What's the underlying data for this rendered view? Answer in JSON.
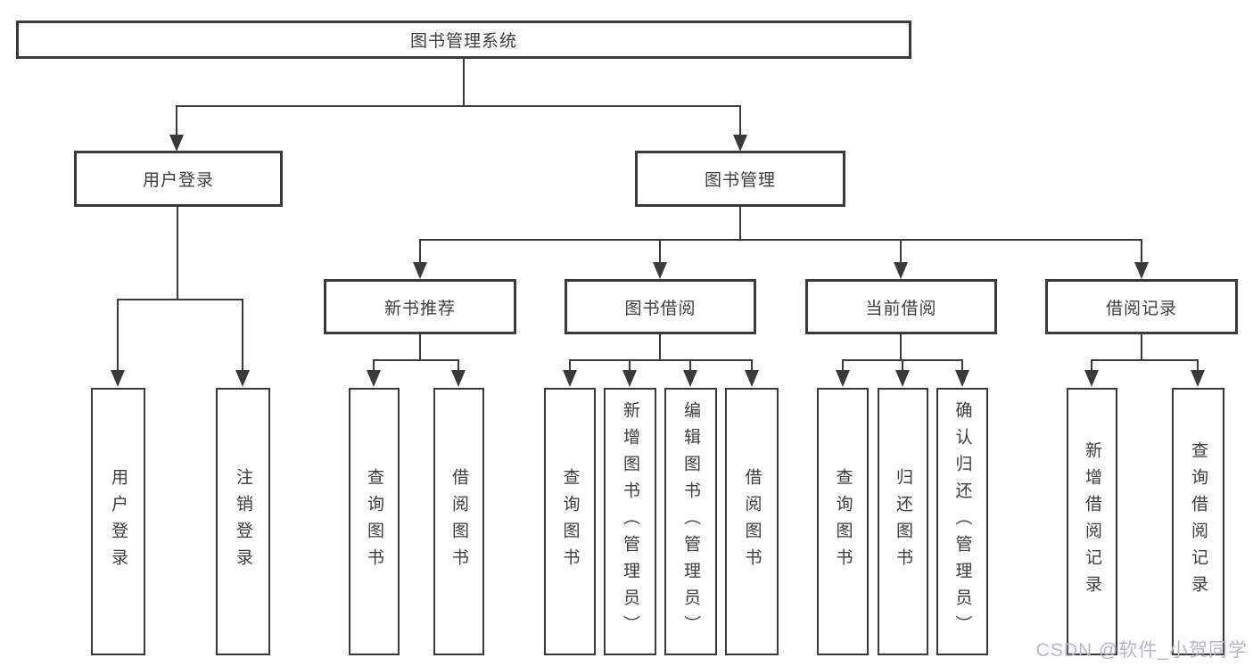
{
  "colors": {
    "line": "#3a3a3a",
    "text": "#3d3d3d",
    "background": "#ffffff",
    "watermark_text": "#b5b9bf"
  },
  "tree": {
    "root": {
      "label": "图书管理系统"
    },
    "user": {
      "label": "用户登录",
      "leaves": [
        {
          "label": "用户登录"
        },
        {
          "label": "注销登录"
        }
      ]
    },
    "mgmt": {
      "label": "图书管理",
      "groups": [
        {
          "label": "新书推荐",
          "leaves": [
            {
              "label": "查询图书"
            },
            {
              "label": "借阅图书"
            }
          ]
        },
        {
          "label": "图书借阅",
          "leaves": [
            {
              "label": "查询图书"
            },
            {
              "label": "新增图书（管理员）"
            },
            {
              "label": "编辑图书（管理员）"
            },
            {
              "label": "借阅图书"
            }
          ]
        },
        {
          "label": "当前借阅",
          "leaves": [
            {
              "label": "查询图书"
            },
            {
              "label": "归还图书"
            },
            {
              "label": "确认归还（管理员）"
            }
          ]
        },
        {
          "label": "借阅记录",
          "leaves": [
            {
              "label": "新增借阅记录"
            },
            {
              "label": "查询借阅记录"
            }
          ]
        }
      ]
    }
  },
  "watermark": "CSDN @软件_小贺同学"
}
